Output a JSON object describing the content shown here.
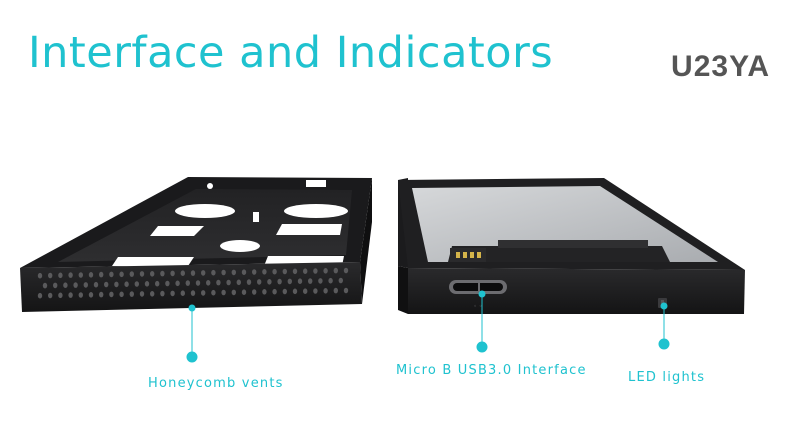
{
  "header": {
    "title": "Interface and Indicators",
    "model": "U23YA"
  },
  "callouts": {
    "vents": "Honeycomb vents",
    "usb": "Micro B USB3.0 Interface",
    "led": "LED lights"
  },
  "colors": {
    "accent": "#1fc2cf",
    "model_text": "#555555",
    "enclosure": "#1c1c1e",
    "board": "#b9bcc0"
  }
}
